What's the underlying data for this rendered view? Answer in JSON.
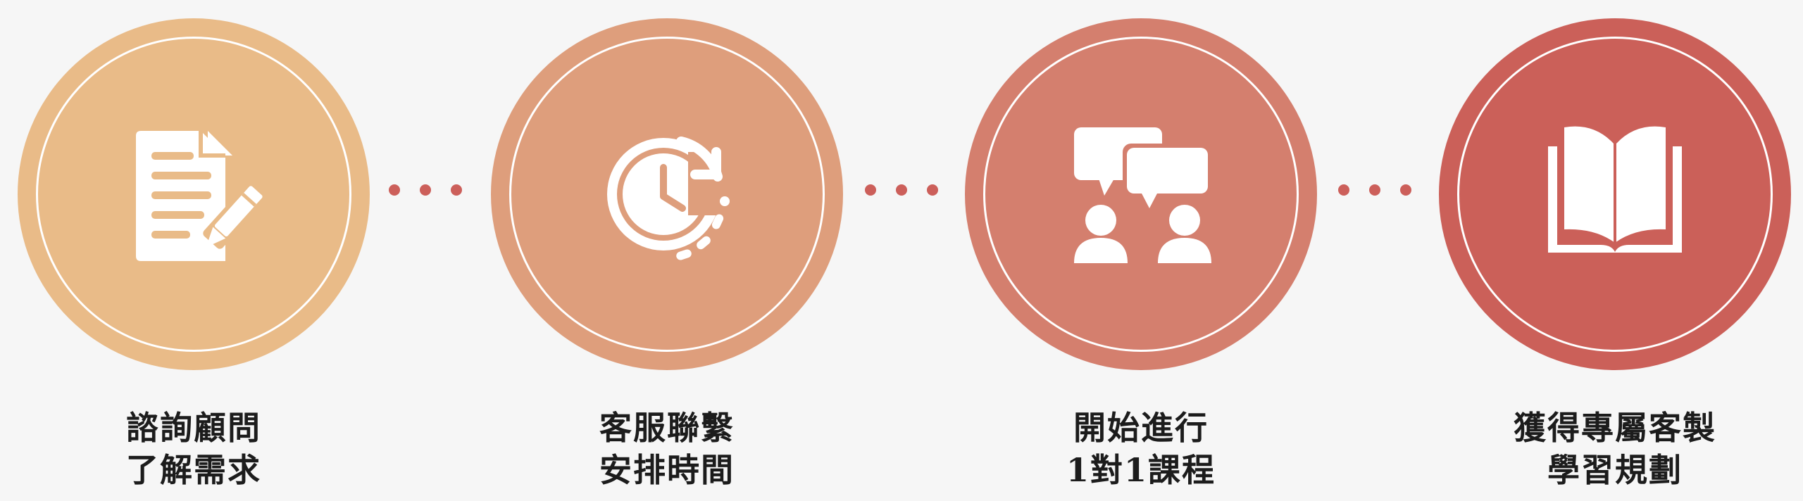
{
  "colors": {
    "step1": "#e9bb88",
    "step2": "#de9e7c",
    "step3": "#d47f6e",
    "step4": "#cb6059",
    "dot": "#cc5f5a",
    "text": "#1c1c1c"
  },
  "steps": [
    {
      "icon": "document-edit-icon",
      "line1": "諮詢顧問",
      "line2": "了解需求"
    },
    {
      "icon": "clock-schedule-icon",
      "line1": "客服聯繫",
      "line2": "安排時間"
    },
    {
      "icon": "conversation-people-icon",
      "line1": "開始進行",
      "line2": "1對1課程"
    },
    {
      "icon": "open-book-icon",
      "line1": "獲得專屬客製",
      "line2": "學習規劃"
    }
  ]
}
